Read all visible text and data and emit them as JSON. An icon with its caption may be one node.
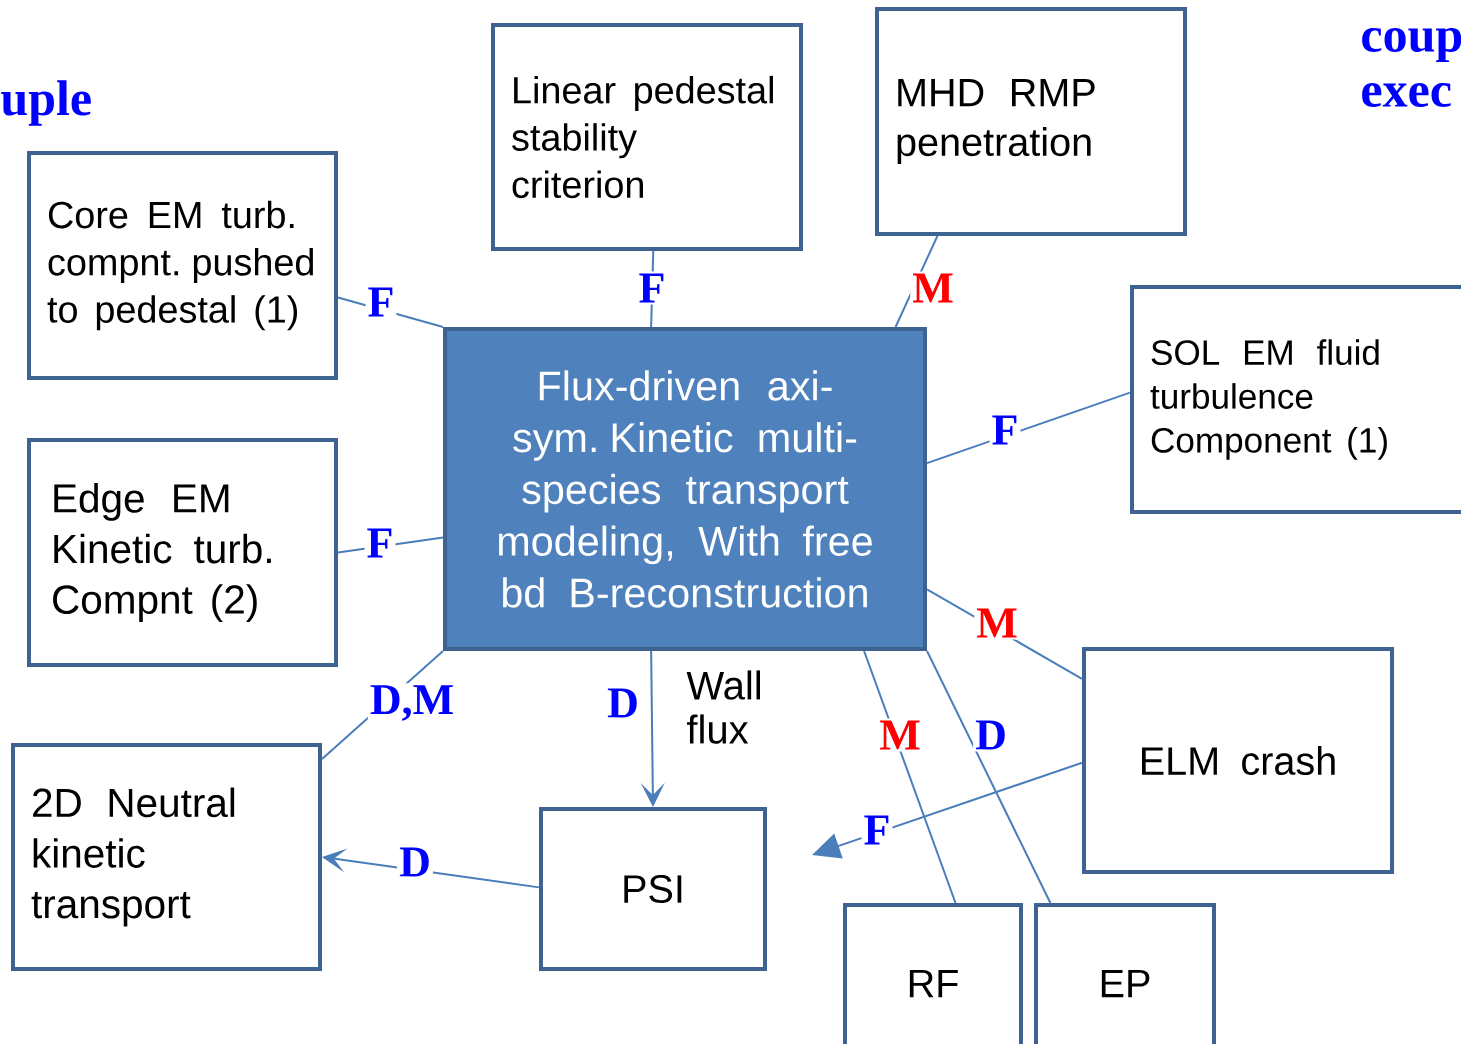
{
  "diagram": {
    "nodes": [
      {
        "text": [
          "Flux-driven axi-sym. Kinetic multi-species transport modeling, With free bd B-reconstruction"
        ]
      },
      {
        "text": [
          "Core EM turb. compnt. pushed to pedestal (1)"
        ]
      },
      {
        "text": [
          "Linear pedestal stability criterion"
        ]
      },
      {
        "text": [
          "MHD RMP penetration"
        ]
      },
      {
        "text": [
          "SOL EM fluid turbulence Component (1)"
        ]
      },
      {
        "text": [
          "Edge EM Kinetic turb. Compnt (2)"
        ]
      },
      {
        "text": [
          "ELM crash"
        ]
      },
      {
        "text": [
          "2D Neutral kinetic transport"
        ]
      },
      {
        "text": [
          "PSI"
        ]
      },
      {
        "text": [
          "RF"
        ]
      },
      {
        "text": [
          "EP"
        ]
      }
    ],
    "edges": [
      {
        "from": 1,
        "to": 0,
        "arrow": "none",
        "label": "F"
      },
      {
        "from": 2,
        "to": 0,
        "arrow": "none",
        "label": "F"
      },
      {
        "from": 3,
        "to": 0,
        "arrow": "none",
        "label": "M"
      },
      {
        "from": 4,
        "to": 0,
        "arrow": "none",
        "label": "F"
      },
      {
        "from": 5,
        "to": 0,
        "arrow": "none",
        "label": "F"
      },
      {
        "from": 6,
        "to": 0,
        "arrow": "none",
        "label": "M"
      },
      {
        "from": 0,
        "to": 7,
        "arrow": "none",
        "label": "D,M"
      },
      {
        "from": 0,
        "to": 8,
        "arrow": "to",
        "label": "D"
      },
      {
        "from": 8,
        "to": 7,
        "arrow": "to",
        "label": "D"
      },
      {
        "from": 0,
        "to": 9,
        "arrow": "none",
        "label": "M"
      },
      {
        "from": 0,
        "to": 10,
        "arrow": "none",
        "label": "D"
      },
      {
        "from": 6,
        "to": null,
        "arrow": "to",
        "label": "F"
      }
    ],
    "labels": [
      "uple",
      "coup",
      "exec",
      "Wall flux"
    ]
  }
}
